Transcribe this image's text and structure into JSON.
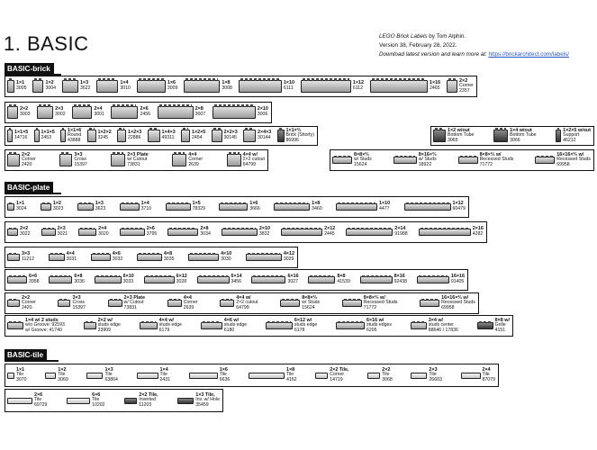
{
  "page": {
    "title": "1. BASIC",
    "credit_title": "LEGO Brick Labels",
    "credit_by": " by Tom Alphin.",
    "version": "Version 38, February 28, 2022.",
    "download_text": "Download latest version and learn more at: ",
    "download_link": "https://brickarchitect.com/labels/"
  },
  "sections": [
    {
      "label": "BASIC-brick",
      "rows": [
        {
          "items": [
            {
              "name": "1×1",
              "part": "3005",
              "w": 8
            },
            {
              "name": "1×2",
              "part": "3004",
              "w": 12
            },
            {
              "name": "1×3",
              "part": "3622",
              "w": 18
            },
            {
              "name": "1×4",
              "part": "3010",
              "w": 24
            },
            {
              "name": "1×6",
              "part": "3009",
              "w": 32
            },
            {
              "name": "1×8",
              "part": "3008",
              "w": 40
            },
            {
              "name": "1×10",
              "part": "6111",
              "w": 48
            },
            {
              "name": "1×12",
              "part": "6112",
              "w": 56
            },
            {
              "name": "1×16",
              "part": "2465",
              "w": 64
            },
            {
              "name": "2×2",
              "name2": "Corner",
              "part": "2357",
              "w": 12
            }
          ]
        },
        {
          "items": [
            {
              "name": "2×2",
              "part": "3003",
              "w": 12
            },
            {
              "name": "2×3",
              "part": "3002",
              "w": 18
            },
            {
              "name": "2×4",
              "part": "3001",
              "w": 22
            },
            {
              "name": "2×6",
              "part": "2456",
              "w": 30
            },
            {
              "name": "2×8",
              "part": "3007",
              "w": 40
            },
            {
              "name": "2×10",
              "part": "3006",
              "w": 48
            }
          ]
        },
        {
          "items": [
            {
              "name": "1×1×5",
              "part": "14716",
              "w": 6
            },
            {
              "name": "1×1×5",
              "part": "2453",
              "w": 6
            },
            {
              "name": "1×1×6",
              "name2": "Round",
              "part": "43888",
              "w": 6
            },
            {
              "name": "1×2×2",
              "part": "3245",
              "w": 10
            },
            {
              "name": "1×2×3",
              "part": "22886",
              "w": 10
            },
            {
              "name": "1×4×3",
              "part": "49311",
              "w": 14
            },
            {
              "name": "1×2×5",
              "part": "2454",
              "w": 10
            },
            {
              "name": "2×2×3",
              "part": "30145",
              "w": 12
            },
            {
              "name": "2×4×3",
              "part": "30144",
              "w": 14
            },
            {
              "name": "1×1×⅔",
              "name2": "Brick (Shorty)",
              "part": "86996",
              "w": 8,
              "dark": true
            }
          ],
          "right": [
            {
              "name": "1×2 w/out",
              "name2": "Bottom Tube",
              "part": "3065",
              "w": 14,
              "dark": true
            },
            {
              "name": "1×4 w/out",
              "name2": "Bottom Tube",
              "part": "3066",
              "w": 16,
              "dark": true
            },
            {
              "name": "1×2×5 w/out",
              "name2": "Support",
              "part": "46212",
              "w": 6,
              "dark": true
            }
          ]
        },
        {
          "items": [
            {
              "name": "2×2",
              "name2": "Corner",
              "part": "2420",
              "w": 14
            },
            {
              "name": "3×3",
              "name2": "Cross",
              "part": "15397",
              "w": 14
            },
            {
              "name": "2×3 Plate",
              "name2": "w/ Cutout",
              "part": "73831",
              "w": 16
            },
            {
              "name": "4×4",
              "name2": "Corner",
              "part": "2639",
              "w": 16
            },
            {
              "name": "4×4 w/",
              "name2": "2×2 cutout",
              "part": "64799",
              "w": 16
            }
          ],
          "right": [
            {
              "name": "8×8×⅔",
              "name2": "w/ Studs",
              "part": "15624",
              "w": 22
            },
            {
              "name": "8×16×⅔",
              "name2": "w/ Studs",
              "part": "18922",
              "w": 26
            },
            {
              "name": "8×8×⅔ w/",
              "name2": "Recessed Studs",
              "part": "71772",
              "w": 22
            },
            {
              "name": "16×16×⅔ w/",
              "name2": "Recessed Studs",
              "part": "69958",
              "w": 22
            }
          ]
        }
      ]
    },
    {
      "label": "BASIC-plate",
      "rows": [
        {
          "items": [
            {
              "name": "1×1",
              "part": "3024",
              "w": 8
            },
            {
              "name": "1×2",
              "part": "3023",
              "w": 12
            },
            {
              "name": "1×3",
              "part": "3623",
              "w": 18
            },
            {
              "name": "1×4",
              "part": "3710",
              "w": 22
            },
            {
              "name": "1×5",
              "part": "78329",
              "w": 28
            },
            {
              "name": "1×6",
              "part": "3666",
              "w": 32
            },
            {
              "name": "1×8",
              "part": "3460",
              "w": 40
            },
            {
              "name": "1×10",
              "part": "4477",
              "w": 46
            },
            {
              "name": "1×12",
              "part": "60479",
              "w": 52
            }
          ]
        },
        {
          "items": [
            {
              "name": "2×2",
              "part": "3022",
              "w": 12
            },
            {
              "name": "2×3",
              "part": "3021",
              "w": 16
            },
            {
              "name": "2×4",
              "part": "3020",
              "w": 20
            },
            {
              "name": "2×6",
              "part": "3795",
              "w": 28
            },
            {
              "name": "2×8",
              "part": "3034",
              "w": 34
            },
            {
              "name": "2×10",
              "part": "3832",
              "w": 40
            },
            {
              "name": "2×12",
              "part": "2445",
              "w": 46
            },
            {
              "name": "2×14",
              "part": "91988",
              "w": 52
            },
            {
              "name": "2×16",
              "part": "4282",
              "w": 58
            }
          ]
        },
        {
          "items": [
            {
              "name": "3×3",
              "part": "11212",
              "w": 14
            },
            {
              "name": "4×4",
              "part": "3031",
              "w": 18
            },
            {
              "name": "4×6",
              "part": "3032",
              "w": 22
            },
            {
              "name": "4×8",
              "part": "3035",
              "w": 28
            },
            {
              "name": "4×10",
              "part": "3030",
              "w": 34
            },
            {
              "name": "4×12",
              "part": "3029",
              "w": 40
            }
          ]
        },
        {
          "items": [
            {
              "name": "6×6",
              "part": "3958",
              "w": 22
            },
            {
              "name": "6×8",
              "part": "3036",
              "w": 26
            },
            {
              "name": "6×10",
              "part": "3033",
              "w": 30
            },
            {
              "name": "6×12",
              "part": "3028",
              "w": 34
            },
            {
              "name": "6×14",
              "part": "3456",
              "w": 36
            },
            {
              "name": "6×16",
              "part": "3027",
              "w": 38
            },
            {
              "name": "8×8",
              "part": "41539",
              "w": 30
            },
            {
              "name": "8×16",
              "part": "92438",
              "w": 36
            },
            {
              "name": "16×16",
              "part": "91405",
              "w": 36
            }
          ]
        },
        {
          "items": [
            {
              "name": "2×2",
              "name2": "Corner",
              "part": "2420",
              "w": 14
            },
            {
              "name": "3×3",
              "name2": "Cross",
              "part": "15397",
              "w": 14
            },
            {
              "name": "2×3 Plate",
              "name2": "w/ Cutout",
              "part": "73831",
              "w": 16
            },
            {
              "name": "4×4",
              "name2": "Corner",
              "part": "2639",
              "w": 16
            },
            {
              "name": "4×4 w/",
              "name2": "2×2 cutout",
              "part": "64799",
              "w": 16
            },
            {
              "name": "8×8×⅔",
              "name2": "w/ Studs",
              "part": "15624",
              "w": 22
            },
            {
              "name": "8×8×⅔ w/",
              "name2": "Recessed Studs",
              "part": "71772",
              "w": 22
            },
            {
              "name": "16×16×⅔ w/",
              "name2": "Recessed Studs",
              "part": "69958",
              "w": 22
            }
          ]
        },
        {
          "items": [
            {
              "name": "1×4 w/ 2 studs",
              "name2": "w/o Groove: 92593",
              "name3": "w/ Groove: 41740",
              "part": "",
              "w": 18
            },
            {
              "name": "2×2 w/",
              "name2": "studs edge",
              "part": "33909",
              "w": 14
            },
            {
              "name": "4×4 w/",
              "name2": "studs edge",
              "part": "6179",
              "w": 20
            },
            {
              "name": "4×6 w/",
              "name2": "studs edge",
              "part": "6180",
              "w": 24
            },
            {
              "name": "6×12 w/",
              "name2": "studs edge",
              "part": "6178",
              "w": 30
            },
            {
              "name": "6×16 w/",
              "name2": "studs edges",
              "part": "6205",
              "w": 32
            },
            {
              "name": "3×4 w/",
              "name2": "studs center",
              "part": "88646 / 17836",
              "w": 18
            },
            {
              "name": "8×8 w/",
              "name2": "Grille",
              "part": "4151",
              "w": 18,
              "dark": true
            }
          ]
        }
      ]
    },
    {
      "label": "BASIC-tile",
      "rows": [
        {
          "items": [
            {
              "name": "1×1",
              "name2": "Tile",
              "part": "3070",
              "w": 8
            },
            {
              "name": "1×2",
              "name2": "Tile",
              "part": "3069",
              "w": 12
            },
            {
              "name": "1×3",
              "name2": "Tile",
              "part": "63864",
              "w": 18
            },
            {
              "name": "1×4",
              "name2": "Tile",
              "part": "2431",
              "w": 24
            },
            {
              "name": "1×6",
              "name2": "Tile",
              "part": "6636",
              "w": 32
            },
            {
              "name": "1×8",
              "name2": "Tile",
              "part": "4162",
              "w": 40
            },
            {
              "name": "2×2 Tile,",
              "name2": "Corner",
              "part": "14719",
              "w": 14
            },
            {
              "name": "2×2",
              "name2": "Tile",
              "part": "3068",
              "w": 14
            },
            {
              "name": "2×3",
              "name2": "Tile",
              "part": "26603",
              "w": 18
            },
            {
              "name": "2×4",
              "name2": "Tile",
              "part": "87079",
              "w": 22
            }
          ]
        },
        {
          "items": [
            {
              "name": "2×6",
              "name2": "Tile",
              "part": "69729",
              "w": 28
            },
            {
              "name": "6×6",
              "name2": "Tile",
              "part": "10202",
              "w": 26
            },
            {
              "name": "2×2 Tile,",
              "name2": "Inverted",
              "part": "11203",
              "w": 14,
              "dark": true
            },
            {
              "name": "1×3 Tile,",
              "name2": "Inv. w/ Hole",
              "part": "35459",
              "w": 18,
              "dark": true
            }
          ]
        }
      ]
    }
  ]
}
